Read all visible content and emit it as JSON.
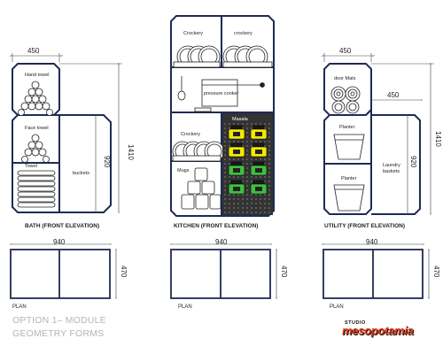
{
  "bath": {
    "dim_top": "450",
    "dim_height": "1410",
    "dim_inner": "920",
    "label_hand_towel": "Hand towel",
    "label_face_towel": "Face towel",
    "label_towel": "Towel",
    "label_buckets": "buckets",
    "caption": "BATH (FRONT ELEVATION)",
    "plan_width": "940",
    "plan_depth": "470",
    "plan_label": "PLAN"
  },
  "kitchen": {
    "label_crockery_1": "Crockery",
    "label_crockery_2": "crockery",
    "label_pressure_cooker": "pressure cooker",
    "label_crockery_3": "Crockery",
    "label_mugs": "Mugs",
    "label_masala": "Masala",
    "caption": "KITCHEN (FRONT ELEVATION)",
    "plan_width": "940",
    "plan_depth": "470",
    "plan_label": "PLAN"
  },
  "utility": {
    "dim_top": "450",
    "dim_height": "1410",
    "dim_mid": "450",
    "dim_inner": "920",
    "label_door_mats": "door Mats",
    "label_planter_1": "Planter",
    "label_planter_2": "Planter",
    "label_laundry": "Laundry",
    "label_baskets": "baskets",
    "caption": "UTILITY (FRONT ELEVATION)",
    "plan_width": "940",
    "plan_depth": "470",
    "plan_label": "PLAN"
  },
  "footer": {
    "option_line1": "OPTION 1– MODULE",
    "option_line2": "GEOMETRY FORMS",
    "logo_studio": "STUDIO",
    "logo_name": "mesopotamia"
  },
  "colors": {
    "module_stroke": "#1f2a55",
    "dim_line": "#444444",
    "pegboard": "#333333",
    "jar_lid": "#1a1a1a",
    "jar_yellow": "#f2e900",
    "jar_green": "#3fbf3f",
    "logo_red": "#e23b1a"
  }
}
